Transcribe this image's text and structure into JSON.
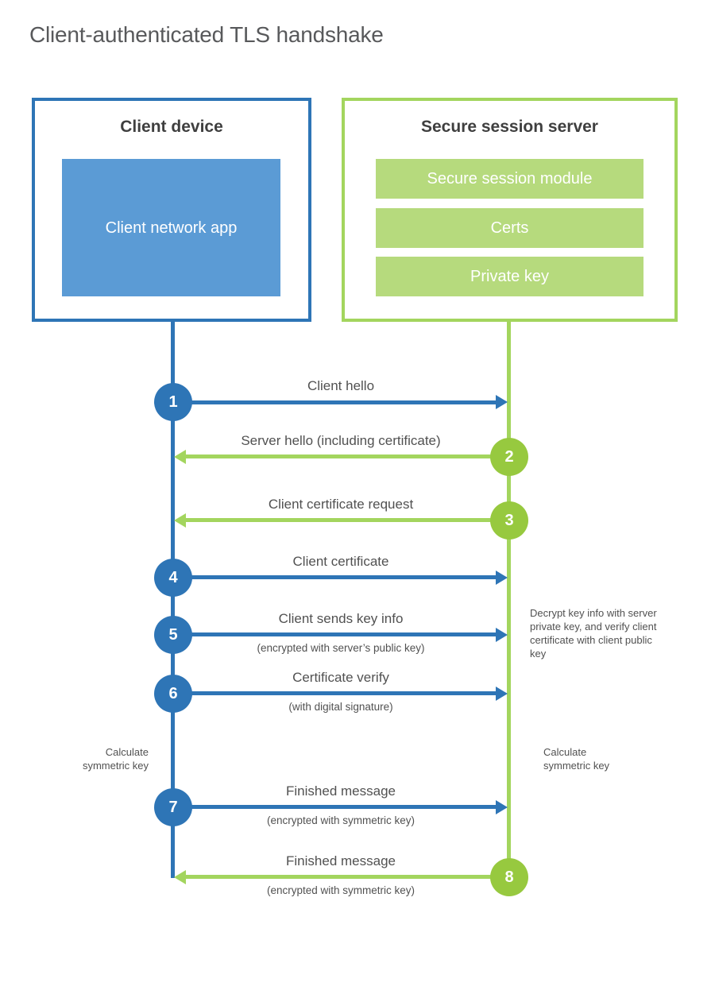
{
  "title": "Client-authenticated TLS handshake",
  "colors": {
    "blue": "#2e75b6",
    "blue_fill": "#5b9bd5",
    "green": "#a3d55e",
    "green_circle": "#97c93f",
    "green_fill": "#b6da7d",
    "text": "#515151",
    "heading": "#3f3f3f",
    "title": "#58595b"
  },
  "client_box": {
    "title": "Client device",
    "app_label": "Client network app"
  },
  "server_box": {
    "title": "Secure session server",
    "modules": [
      "Secure session module",
      "Certs",
      "Private key"
    ]
  },
  "steps": [
    {
      "num": "1",
      "label": "Client hello",
      "sublabel": "",
      "direction": "right",
      "color": "blue"
    },
    {
      "num": "2",
      "label": "Server hello (including certificate)",
      "sublabel": "",
      "direction": "left",
      "color": "green"
    },
    {
      "num": "3",
      "label": "Client certificate request",
      "sublabel": "",
      "direction": "left",
      "color": "green"
    },
    {
      "num": "4",
      "label": "Client certificate",
      "sublabel": "",
      "direction": "right",
      "color": "blue"
    },
    {
      "num": "5",
      "label": "Client sends key info",
      "sublabel": "(encrypted with server’s public key)",
      "direction": "right",
      "color": "blue"
    },
    {
      "num": "6",
      "label": "Certificate verify",
      "sublabel": "(with digital signature)",
      "direction": "right",
      "color": "blue"
    },
    {
      "num": "7",
      "label": "Finished message",
      "sublabel": "(encrypted with symmetric key)",
      "direction": "right",
      "color": "blue"
    },
    {
      "num": "8",
      "label": "Finished message",
      "sublabel": "(encrypted with symmetric key)",
      "direction": "left",
      "color": "green"
    }
  ],
  "annotations": {
    "decrypt_note": "Decrypt key info with server private key, and verify client certificate with client public key",
    "calc_symmetric_left": "Calculate symmetric key",
    "calc_symmetric_right": "Calculate symmetric key"
  }
}
